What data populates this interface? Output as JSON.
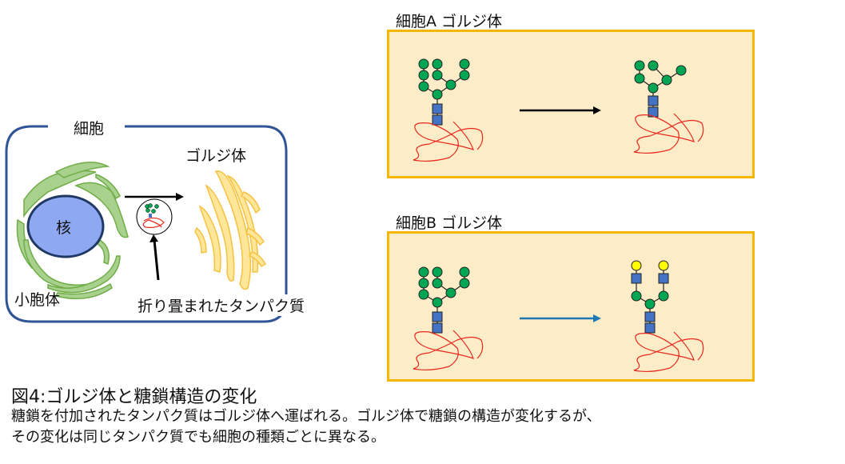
{
  "cell_diagram": {
    "title": "細胞",
    "nucleus_label": "核",
    "er_label": "小胞体",
    "golgi_label": "ゴルジ体",
    "protein_label": "折り畳まれたタンパク質"
  },
  "panels": [
    {
      "title": "細胞A ゴルジ体",
      "arrow_color": "#000000"
    },
    {
      "title": "細胞B ゴルジ体",
      "arrow_color": "#1f77b4"
    }
  ],
  "caption": {
    "title": "図4:ゴルジ体と糖鎖構造の変化",
    "line1": "糖鎖を付加されたタンパク質はゴルジ体へ運ばれる。ゴルジ体で糖鎖の構造が変化するが、",
    "line2": "その変化は同じタンパク質でも細胞の種類ごとに異なる。"
  },
  "colors": {
    "mannose_green": "#00a651",
    "glcnac_blue": "#4472c4",
    "galactose_yellow": "#ffff00",
    "protein_red": "#e8281e",
    "panel_fill": "#fcedc8",
    "panel_border": "#f5b800",
    "cell_border": "#2f5597",
    "nucleus_fill": "#8fa8f2",
    "er_green": "#a9d18e",
    "golgi_yellow": "#ffe699"
  }
}
